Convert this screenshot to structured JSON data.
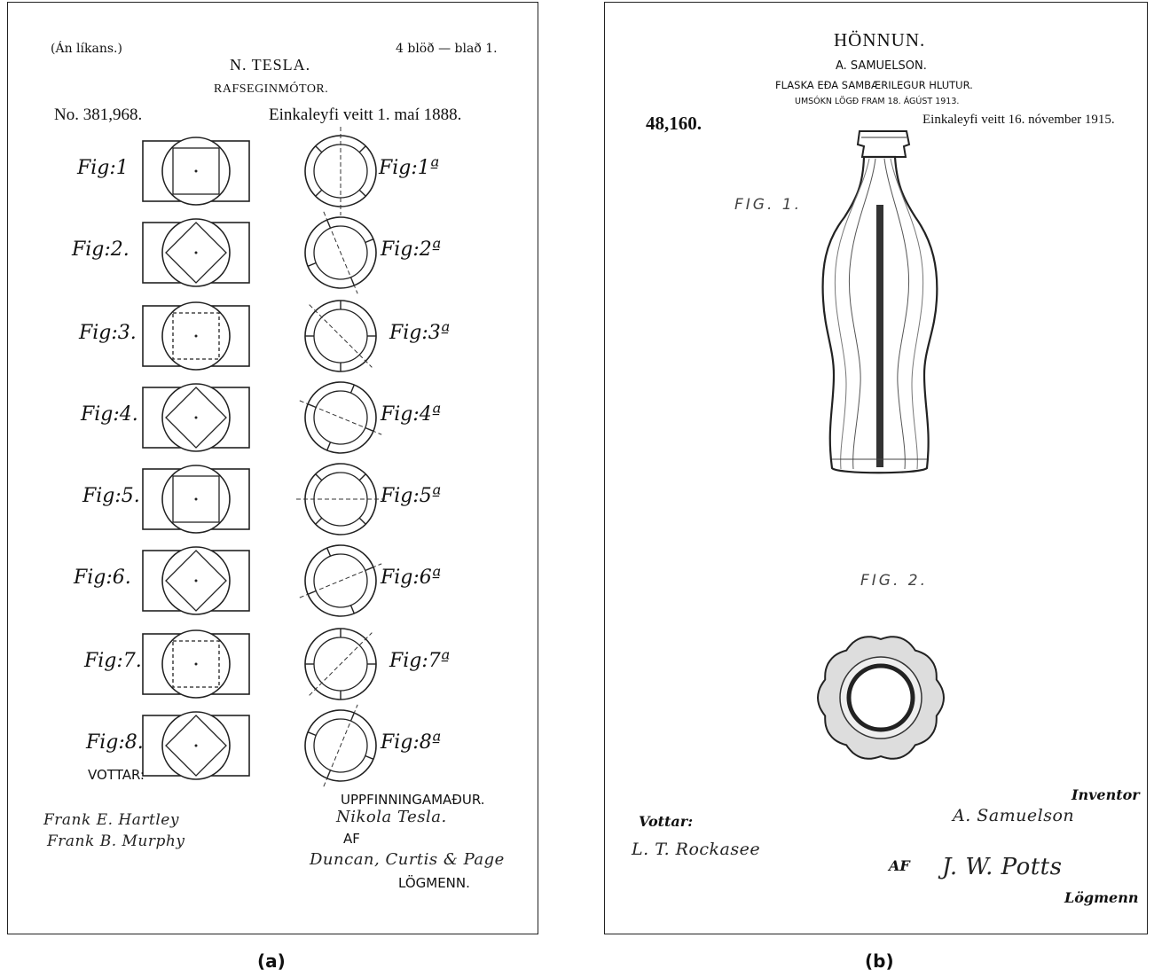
{
  "panel_a": {
    "model_note": "(Án líkans.)",
    "sheet": "4 blöð — blað 1.",
    "inventor_heading": "N. TESLA.",
    "title": "RAFSEGINMÓTOR.",
    "patent_no": "No. 381,968.",
    "patented": "Einkaleyfi veitt 1. maí 1888.",
    "figures_left": [
      "Fig:1",
      "Fig:2.",
      "Fig:3.",
      "Fig:4.",
      "Fig:5.",
      "Fig:6.",
      "Fig:7.",
      "Fig:8."
    ],
    "figures_right": [
      "Fig:1ª",
      "Fig:2ª",
      "Fig:3ª",
      "Fig:4ª",
      "Fig:5ª",
      "Fig:6ª",
      "Fig:7ª",
      "Fig:8ª"
    ],
    "witnesses_label": "VOTTAR:",
    "inventor_label": "UPPFINNINGAMAÐUR.",
    "witness_sig_1": "Frank E. Hartley",
    "witness_sig_2": "Frank B. Murphy",
    "inventor_sig": "Nikola Tesla.",
    "by_label": "AF",
    "attorney_sig": "Duncan, Curtis & Page",
    "attorneys_label": "LÖGMENN."
  },
  "panel_b": {
    "heading": "HÖNNUN.",
    "inventor": "A. SAMUELSON.",
    "title": "FLASKA EÐA SAMBÆRILEGUR HLUTUR.",
    "filed": "UMSÓKN LÖGÐ FRAM 18. ÁGÚST 1913.",
    "patent_no": "48,160.",
    "patented": "Einkaleyfi veitt 16. nóvember 1915.",
    "fig1": "FIG. 1.",
    "fig2": "FIG. 2.",
    "inventor_label": "Inventor",
    "inventor_sig": "A. Samuelson",
    "witnesses_label": "Vottar:",
    "witness_sig": "L. T. Rockasee",
    "by_label": "AF",
    "attorney_sig": "J. W. Potts",
    "attorneys_label": "Lögmenn"
  },
  "captions": {
    "a": "(a)",
    "b": "(b)"
  }
}
